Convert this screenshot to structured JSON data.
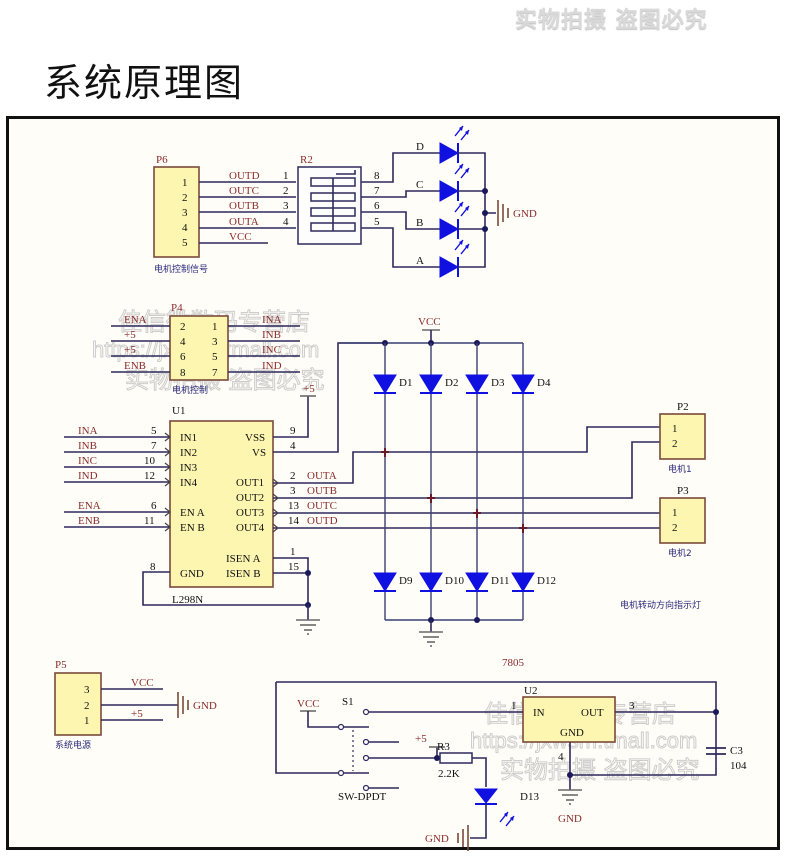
{
  "header": {
    "watermark": "实物拍摄 盗图必究",
    "title": "系统原理图"
  },
  "watermarks": {
    "shop": "佳信微数码专营店",
    "url": "https://jxwsm.tmall.com",
    "notice": "实物拍摄 盗图必究"
  },
  "p6": {
    "ref": "P6",
    "caption": "电机控制信号",
    "pins": [
      "1",
      "2",
      "3",
      "4",
      "5"
    ],
    "nets": [
      "OUTD",
      "OUTC",
      "OUTB",
      "OUTA",
      "VCC"
    ]
  },
  "r2": {
    "ref": "R2",
    "left_pins": [
      "1",
      "2",
      "3",
      "4"
    ],
    "right_pins": [
      "8",
      "7",
      "6",
      "5"
    ]
  },
  "indicator_leds": {
    "labels": [
      "D",
      "C",
      "B",
      "A"
    ],
    "gnd": "GND"
  },
  "p4": {
    "ref": "P4",
    "caption": "电机控制",
    "left_nets": [
      "ENA",
      "+5",
      "+5",
      "ENB"
    ],
    "left_pins": [
      "2",
      "4",
      "6",
      "8"
    ],
    "right_pins": [
      "1",
      "3",
      "5",
      "7"
    ],
    "right_nets": [
      "INA",
      "INB",
      "INC",
      "IND"
    ]
  },
  "u1": {
    "ref": "U1",
    "part": "L298N",
    "inputs": [
      {
        "net": "INA",
        "pin": "5",
        "name": "IN1"
      },
      {
        "net": "INB",
        "pin": "7",
        "name": "IN2"
      },
      {
        "net": "INC",
        "pin": "10",
        "name": "IN3"
      },
      {
        "net": "IND",
        "pin": "12",
        "name": "IN4"
      },
      {
        "net": "ENA",
        "pin": "6",
        "name": "EN A"
      },
      {
        "net": "ENB",
        "pin": "11",
        "name": "EN B"
      }
    ],
    "gnd": {
      "pin": "8",
      "name": "GND"
    },
    "right": [
      {
        "name": "VSS",
        "pin": "9",
        "net": ""
      },
      {
        "name": "VS",
        "pin": "4",
        "net": ""
      },
      {
        "name": "OUT1",
        "pin": "2",
        "net": "OUTA"
      },
      {
        "name": "OUT2",
        "pin": "3",
        "net": "OUTB"
      },
      {
        "name": "OUT3",
        "pin": "13",
        "net": "OUTC"
      },
      {
        "name": "OUT4",
        "pin": "14",
        "net": "OUTD"
      },
      {
        "name": "ISEN A",
        "pin": "1",
        "net": ""
      },
      {
        "name": "ISEN B",
        "pin": "15",
        "net": ""
      }
    ],
    "vss_net": "+5"
  },
  "bridge": {
    "vcc": "VCC",
    "top_diodes": [
      "D1",
      "D2",
      "D3",
      "D4"
    ],
    "bottom_diodes": [
      "D9",
      "D10",
      "D11",
      "D12"
    ],
    "caption": "电机转动方向指示灯"
  },
  "p2": {
    "ref": "P2",
    "pins": [
      "1",
      "2"
    ],
    "caption": "电机1"
  },
  "p3": {
    "ref": "P3",
    "pins": [
      "1",
      "2"
    ],
    "caption": "电机2"
  },
  "p5": {
    "ref": "P5",
    "caption": "系统电源",
    "pins": [
      "3",
      "2",
      "1"
    ],
    "nets": [
      "VCC",
      "",
      "+5"
    ],
    "gnd": "GND"
  },
  "power": {
    "switch_ref": "S1",
    "switch_part": "SW-DPDT",
    "vcc": "VCC",
    "plus5": "+5",
    "r3_ref": "R3",
    "r3_value": "2.2K",
    "led_ref": "D13",
    "gnd_label": "GND",
    "reg_part": "7805",
    "reg_ref": "U2",
    "reg_in": "IN",
    "reg_out": "OUT",
    "reg_gnd": "GND",
    "reg_pin_in": "1",
    "reg_pin_out": "3",
    "reg_pin_gnd": "4",
    "cap_ref": "C3",
    "cap_value": "104",
    "reg_gnd_label": "GND"
  }
}
